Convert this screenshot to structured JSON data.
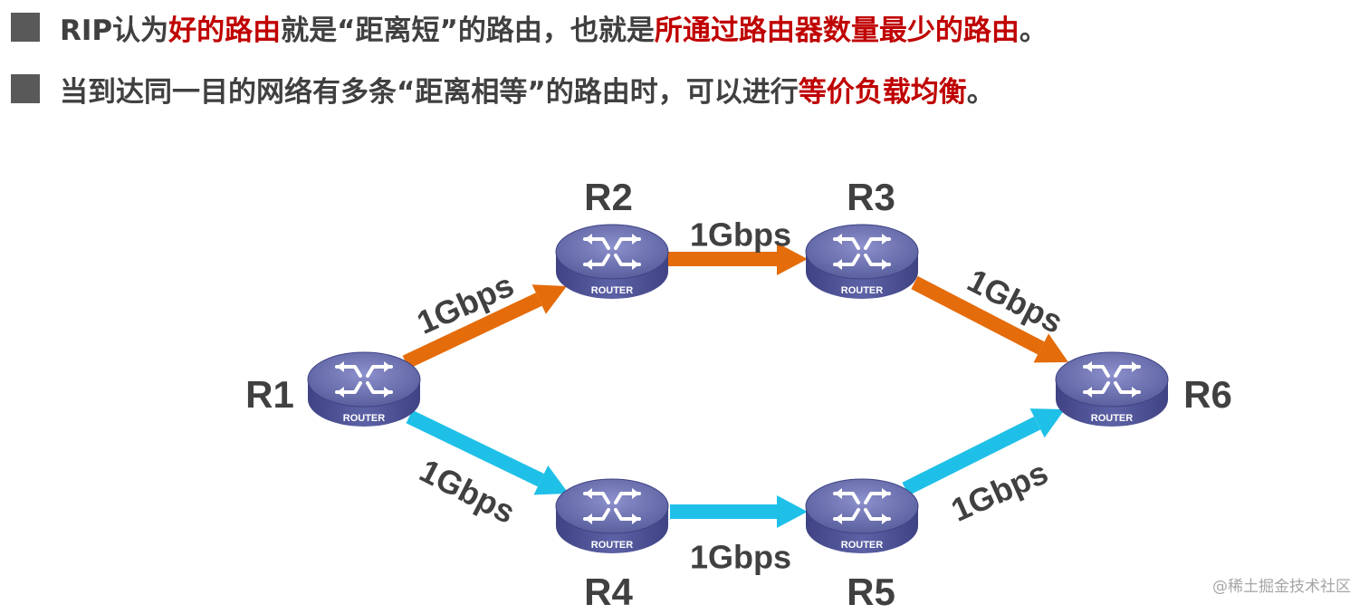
{
  "bullets": [
    {
      "segments": [
        {
          "text": "RIP认为",
          "highlight": false
        },
        {
          "text": "好的路由",
          "highlight": true
        },
        {
          "text": "就是“距离短”的路由，也就是",
          "highlight": false
        },
        {
          "text": "所通过路由器数量最少的路由",
          "highlight": true
        },
        {
          "text": "。",
          "highlight": false
        }
      ]
    },
    {
      "segments": [
        {
          "text": "当到达同一目的网络有多条“距离相等”的路由时，可以进行",
          "highlight": false
        },
        {
          "text": "等价负载均衡",
          "highlight": true
        },
        {
          "text": "。",
          "highlight": false
        }
      ]
    }
  ],
  "colors": {
    "text": "#404040",
    "highlight": "#c00000",
    "bullet": "#595959",
    "path_top": "#e46c0a",
    "path_bottom": "#1fc0e8",
    "router_body": "#5a5f9e",
    "router_top": "#7579b8"
  },
  "router_caption": "ROUTER",
  "routers": [
    {
      "id": "R1",
      "label": "R1"
    },
    {
      "id": "R2",
      "label": "R2"
    },
    {
      "id": "R3",
      "label": "R3"
    },
    {
      "id": "R4",
      "label": "R4"
    },
    {
      "id": "R5",
      "label": "R5"
    },
    {
      "id": "R6",
      "label": "R6"
    }
  ],
  "links": [
    {
      "from": "R1",
      "to": "R2",
      "label": "1Gbps",
      "path": "top"
    },
    {
      "from": "R2",
      "to": "R3",
      "label": "1Gbps",
      "path": "top"
    },
    {
      "from": "R3",
      "to": "R6",
      "label": "1Gbps",
      "path": "top"
    },
    {
      "from": "R1",
      "to": "R4",
      "label": "1Gbps",
      "path": "bottom"
    },
    {
      "from": "R4",
      "to": "R5",
      "label": "1Gbps",
      "path": "bottom"
    },
    {
      "from": "R5",
      "to": "R6",
      "label": "1Gbps",
      "path": "bottom"
    }
  ],
  "watermark": "@稀土掘金技术社区"
}
